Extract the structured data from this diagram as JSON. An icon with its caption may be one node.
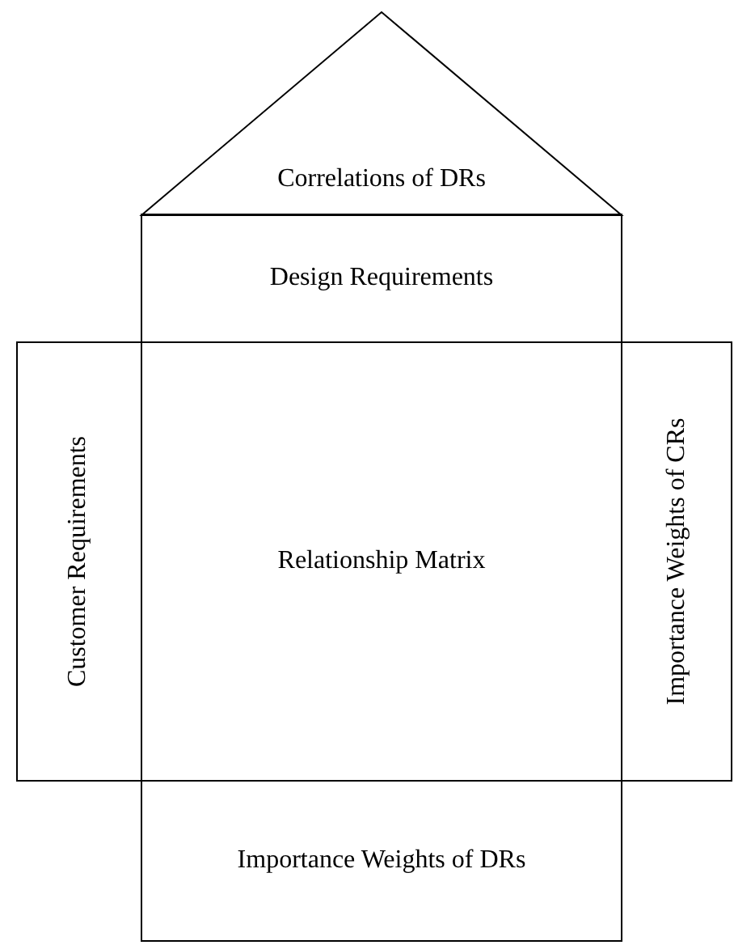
{
  "diagram": {
    "nodes": [
      {
        "text": [
          "Correlations of DRs"
        ]
      },
      {
        "text": [
          "Design Requirements"
        ]
      },
      {
        "text": [
          "Customer Requirements"
        ]
      },
      {
        "text": [
          "Relationship Matrix"
        ]
      },
      {
        "text": [
          "Importance Weights of CRs"
        ]
      },
      {
        "text": [
          "Importance Weights of DRs"
        ]
      }
    ]
  }
}
